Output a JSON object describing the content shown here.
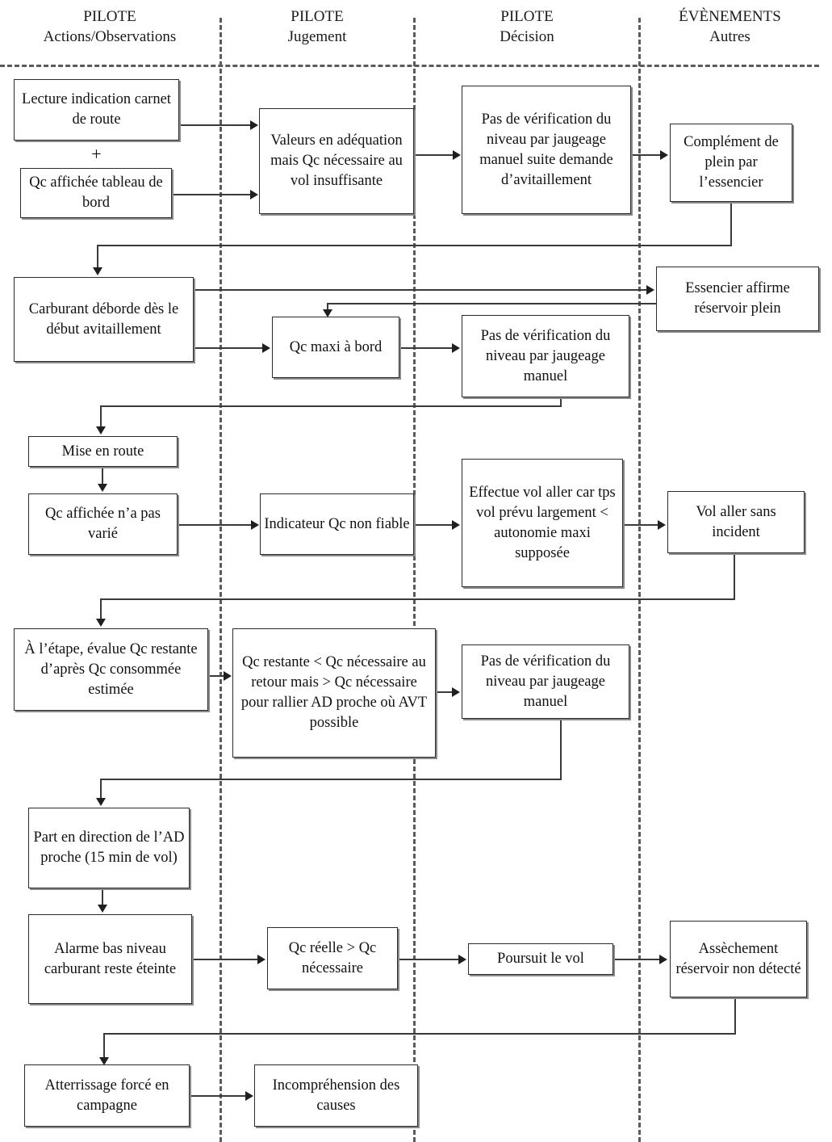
{
  "columns": [
    {
      "id": "col-pilote-actions",
      "line1": "PILOTE",
      "line2": "Actions/Observations"
    },
    {
      "id": "col-pilote-jugement",
      "line1": "PILOTE",
      "line2": "Jugement"
    },
    {
      "id": "col-pilote-decision",
      "line1": "PILOTE",
      "line2": "Décision"
    },
    {
      "id": "col-evenements-autres",
      "line1": "ÉVÈNEMENTS",
      "line2": "Autres"
    }
  ],
  "connector_symbol": "+",
  "nodes": {
    "n01": "Lecture indication carnet de route",
    "n02": "Qc affichée tableau de bord",
    "n03": "Valeurs en adéquation mais Qc nécessaire au vol insuffisante",
    "n04": "Pas de vérification du niveau par jaugeage manuel suite demande d’avitaillement",
    "n05": "Complément de plein par l’essencier",
    "n06": "Carburant déborde dès le début avitaillement",
    "n07": "Qc maxi à bord",
    "n08": "Pas de vérification du niveau par jaugeage manuel",
    "n09": "Essencier affirme réservoir plein",
    "n10": "Mise en route",
    "n11": "Qc affichée n’a pas varié",
    "n12": "Indicateur Qc non fiable",
    "n13": "Effectue vol aller car tps vol prévu largement < autonomie maxi supposée",
    "n14": "Vol aller sans incident",
    "n15": "À l’étape, évalue Qc restante d’après Qc consommée estimée",
    "n16": "Qc restante < Qc nécessaire au retour mais > Qc nécessaire pour rallier AD proche où AVT possible",
    "n17": "Pas de vérification du niveau par jaugeage manuel",
    "n18": "Part en direction de l’AD proche (15 min de vol)",
    "n19": "Alarme bas niveau carburant reste éteinte",
    "n20": "Qc réelle > Qc nécessaire",
    "n21": "Poursuit le vol",
    "n22": "Assèchement réservoir non détecté",
    "n23": "Atterrissage forcé en campagne",
    "n24": "Incompréhension des causes"
  },
  "colors": {
    "background": "#ffffff",
    "node_border": "#2b2b2b",
    "node_shadow": "#8a8a8a",
    "connector": "#3a3a3a",
    "swimlane_divider": "#5b5b5b",
    "text": "#111111"
  }
}
